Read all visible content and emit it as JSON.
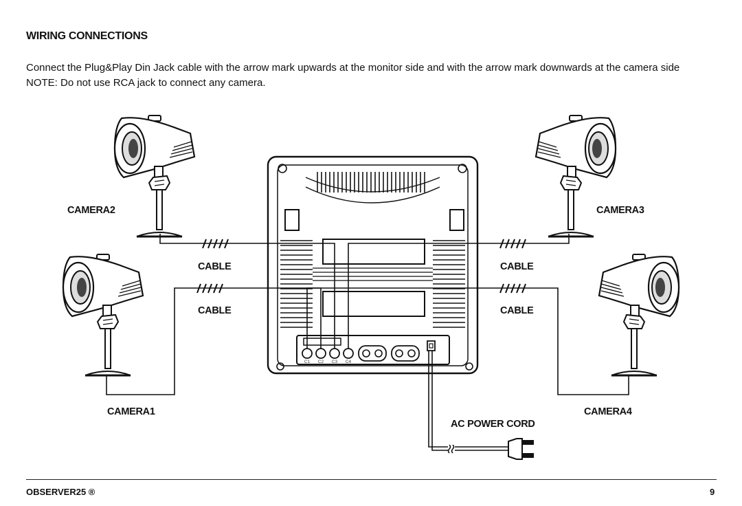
{
  "page": {
    "heading": "WIRING CONNECTIONS",
    "paragraph_line1": "Connect the Plug&Play Din Jack cable with the arrow mark upwards at the monitor side and with the arrow mark downwards at the camera side",
    "paragraph_line2": "NOTE: Do not use RCA jack to connect any camera."
  },
  "diagram": {
    "camera1_label": "CAMERA1",
    "camera2_label": "CAMERA2",
    "camera3_label": "CAMERA3",
    "camera4_label": "CAMERA4",
    "cable_label": "CABLE",
    "ac_power_cord_label": "AC POWER CORD",
    "port_labels": [
      "C1",
      "C2",
      "C3",
      "C4"
    ]
  },
  "footer": {
    "product": "OBSERVER25 ®",
    "page_number": "9"
  }
}
